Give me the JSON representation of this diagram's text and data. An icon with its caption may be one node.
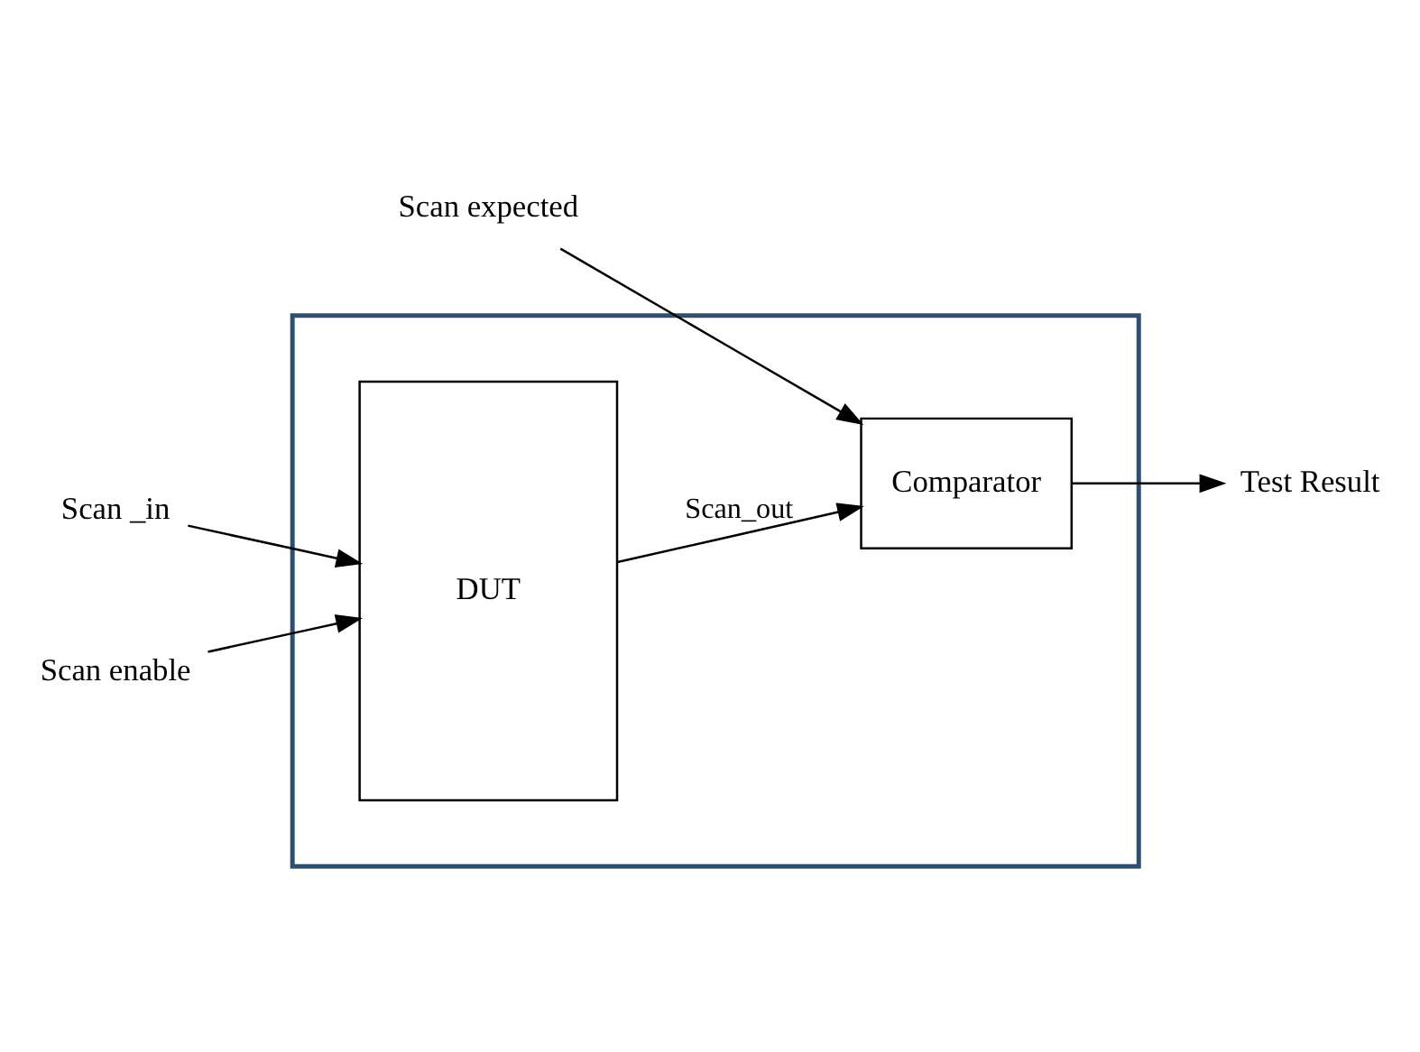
{
  "diagram": {
    "nodes": [
      {
        "text": [],
        "shape": "box"
      },
      {
        "text": [
          "DUT"
        ],
        "in": 0
      },
      {
        "text": [
          "Comparator"
        ],
        "in": 0
      },
      {
        "text": [
          "Scan _in"
        ]
      },
      {
        "text": [
          "Scan enable"
        ]
      },
      {
        "text": [
          "Test Result"
        ]
      },
      {
        "text": [
          "Scan expected"
        ]
      }
    ],
    "edges": [
      {
        "from": 3,
        "to": 1,
        "arrow": "to"
      },
      {
        "from": 4,
        "to": 1,
        "arrow": "to"
      },
      {
        "from": 1,
        "to": 2,
        "arrow": "to",
        "label": "Scan_out"
      },
      {
        "from": 2,
        "to": 5,
        "arrow": "to"
      },
      {
        "from": 6,
        "to": 2,
        "arrow": "to"
      }
    ]
  }
}
